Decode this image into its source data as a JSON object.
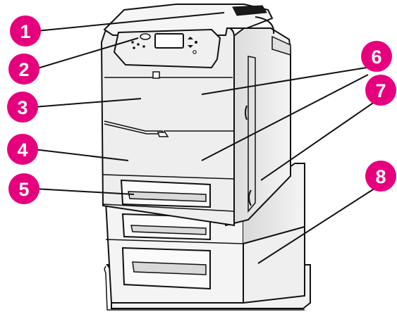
{
  "diagram": {
    "callouts": [
      {
        "number": "1"
      },
      {
        "number": "2"
      },
      {
        "number": "3"
      },
      {
        "number": "4"
      },
      {
        "number": "5"
      },
      {
        "number": "6"
      },
      {
        "number": "7"
      },
      {
        "number": "8"
      }
    ],
    "colors": {
      "callout": "#e6007e",
      "printer_body": "#eeeeee",
      "outline": "#111111"
    },
    "printer_logo": "hp-logo"
  }
}
